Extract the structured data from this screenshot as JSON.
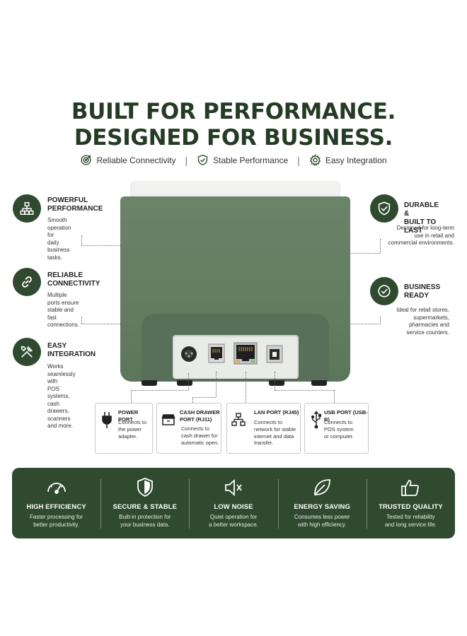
{
  "headline": {
    "line1": "BUILT FOR PERFORMANCE.",
    "line2": "DESIGNED FOR BUSINESS."
  },
  "tagline": {
    "items": [
      {
        "label": "Reliable Connectivity",
        "icon": "target-icon"
      },
      {
        "label": "Stable Performance",
        "icon": "shield-check-icon"
      },
      {
        "label": "Easy Integration",
        "icon": "gear-icon"
      }
    ],
    "separator": "|"
  },
  "features_left": [
    {
      "title_1": "POWERFUL",
      "title_2": "PERFORMANCE",
      "desc_1": "Smooth operation for",
      "desc_2": "daily business tasks.",
      "desc_3": "",
      "icon": "network-hierarchy-icon"
    },
    {
      "title_1": "RELIABLE",
      "title_2": "CONNECTIVITY",
      "desc_1": "Multiple ports ensure",
      "desc_2": "stable and fast",
      "desc_3": "connections.",
      "icon": "link-icon"
    },
    {
      "title_1": "EASY",
      "title_2": "INTEGRATION",
      "desc_1": "Works seamlessly with",
      "desc_2": "POS systems, cash",
      "desc_3": "drawers, scanners",
      "desc_4": "and more.",
      "icon": "tools-icon"
    }
  ],
  "features_right": [
    {
      "title_1": "DURABLE &",
      "title_2": "BUILT TO LAST",
      "desc_1": "Designed for long-term",
      "desc_2": "use in retail and",
      "desc_3": "commercial environments.",
      "icon": "shield-check-icon"
    },
    {
      "title_1": "BUSINESS",
      "title_2": "READY",
      "desc_1": "Ideal for retail stores,",
      "desc_2": "supermarkets,",
      "desc_3": "pharmacies and",
      "desc_4": "service counters.",
      "icon": "check-circle-icon"
    }
  ],
  "ports": [
    {
      "title_1": "POWER PORT",
      "title_2": "",
      "desc_1": "Connects to",
      "desc_2": "the power",
      "desc_3": "adapter.",
      "icon": "power-plug-icon"
    },
    {
      "title_1": "CASH DRAWER",
      "title_2": "PORT (RJ11)",
      "desc_1": "Connects to",
      "desc_2": "cash drawer for",
      "desc_3": "automatic open.",
      "icon": "cash-drawer-icon"
    },
    {
      "title_1": "LAN PORT (RJ45)",
      "title_2": "",
      "desc_1": "Connects to",
      "desc_2": "network for stable",
      "desc_3": "internet and data",
      "desc_4": "transfer.",
      "icon": "network-hierarchy-icon"
    },
    {
      "title_1": "USB PORT (USB-B)",
      "title_2": "",
      "desc_1": "Connects to",
      "desc_2": "POS system",
      "desc_3": "or computer.",
      "icon": "usb-icon"
    }
  ],
  "band": [
    {
      "title": "HIGH EFFICIENCY",
      "desc_1": "Faster processing for",
      "desc_2": "better productivity.",
      "icon": "speedometer-icon"
    },
    {
      "title": "SECURE & STABLE",
      "desc_1": "Built-in protection for",
      "desc_2": "your business data.",
      "icon": "shield-icon"
    },
    {
      "title": "LOW NOISE",
      "desc_1": "Quiet operation for",
      "desc_2": "a better workspace.",
      "icon": "speaker-mute-icon"
    },
    {
      "title": "ENERGY SAVING",
      "desc_1": "Consumes less power",
      "desc_2": "with high efficiency.",
      "icon": "leaf-icon"
    },
    {
      "title": "TRUSTED QUALITY",
      "desc_1": "Tested for reliability",
      "desc_2": "and long service life.",
      "icon": "thumbs-up-icon"
    }
  ],
  "colors": {
    "brand_green": "#2f4a2f",
    "headline_green": "#243b24",
    "printer_green": "#637d61"
  }
}
